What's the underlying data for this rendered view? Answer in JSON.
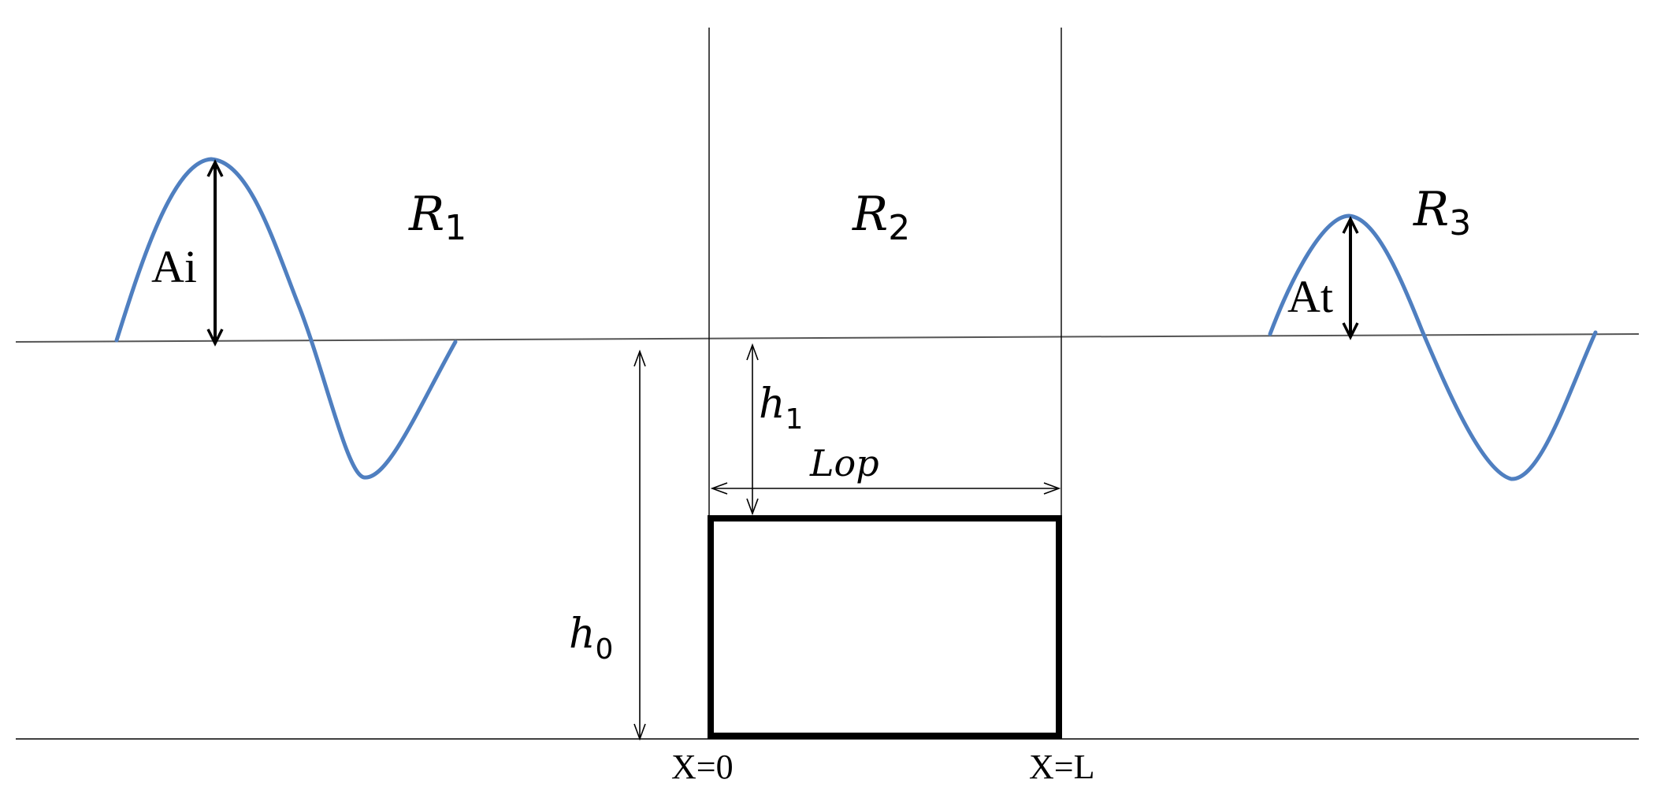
{
  "regions": {
    "r1": {
      "base": "R",
      "sub": "1"
    },
    "r2": {
      "base": "R",
      "sub": "2"
    },
    "r3": {
      "base": "R",
      "sub": "3"
    }
  },
  "amplitudes": {
    "incident": "Ai",
    "transmitted": "At"
  },
  "depths": {
    "h0": {
      "base": "h",
      "sub": "0"
    },
    "h1": {
      "base": "h",
      "sub": "1"
    }
  },
  "length_label": "Lop",
  "positions": {
    "start": "X=0",
    "end": "X=L"
  },
  "colors": {
    "wave": "#4F7FC0",
    "lines": "#000000"
  }
}
